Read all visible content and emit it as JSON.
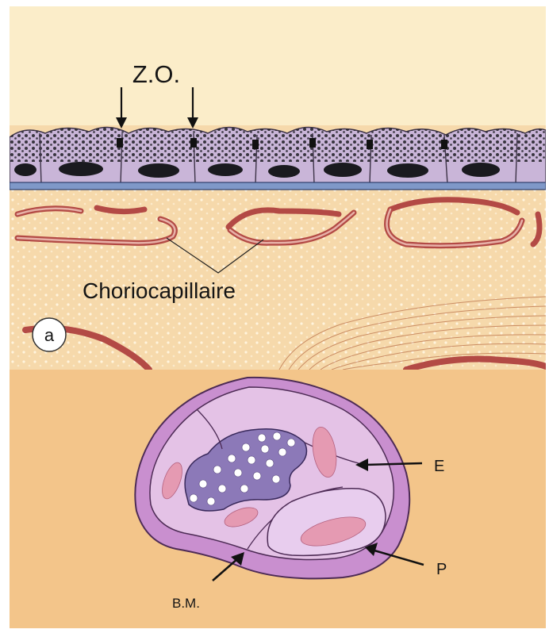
{
  "figure_top": {
    "panel_letter": "a",
    "zo_label": "Z.O.",
    "choriocapillaire_label": "Choriocapillaire"
  },
  "figure_bottom": {
    "label_e": "E",
    "label_p": "P",
    "label_bm": "B.M."
  },
  "colors": {
    "top_background": "#f6d9ab",
    "bottom_background": "#f3c58a",
    "cell_fill": "#c9b5d8",
    "bruch_membrane": "#7f98c8",
    "capillary": "#b34a45",
    "capillary_light": "#e7b1a8",
    "endothelium": "#cfa2d3",
    "pericyte": "#e59ab2",
    "lumen_dark": "#8c79b8"
  }
}
